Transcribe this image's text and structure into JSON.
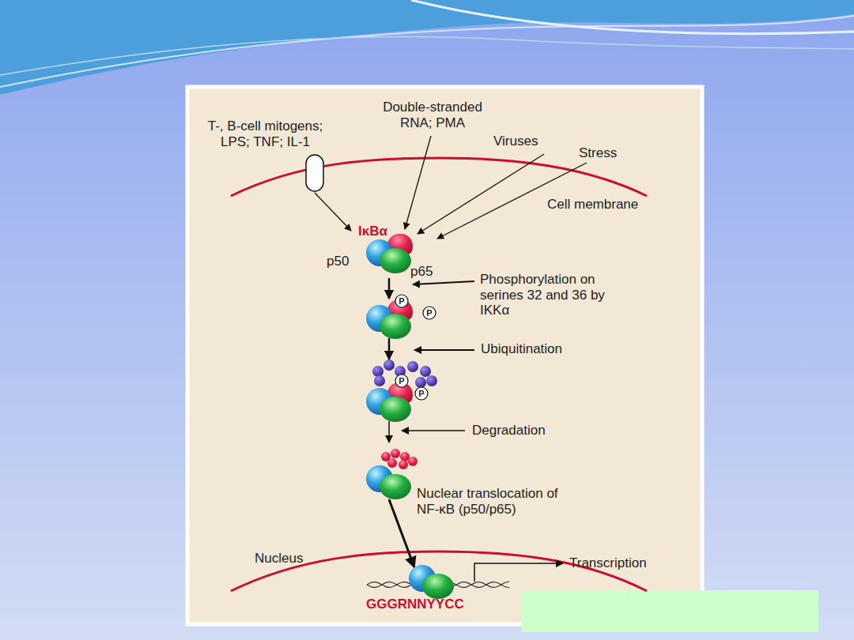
{
  "diagram": {
    "nodes": [
      {
        "text": [
          "IκBα",
          "p50",
          "p65"
        ]
      }
    ],
    "labels": [
      "T-, B-cell mitogens; LPS; TNF; IL-1",
      "Double-stranded RNA; PMA",
      "Viruses",
      "Stress",
      "Cell membrane",
      "Phosphorylation on serines 32 and 36 by IKKα",
      "P",
      "P",
      "Ubiquitination",
      "P",
      "P",
      "Degradation",
      "Nuclear translocation of NF-κB (p50/p65)",
      "Nucleus",
      "Transcription",
      "GGGRNNYYCC"
    ]
  }
}
